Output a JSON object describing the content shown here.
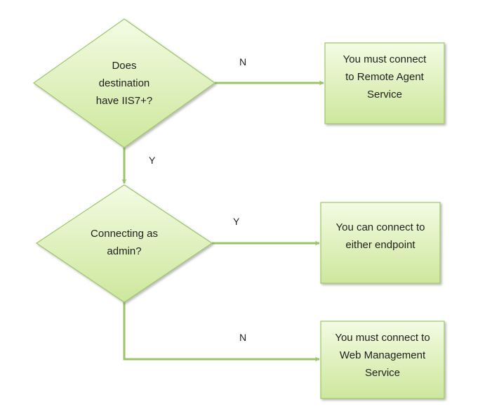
{
  "colors": {
    "shape_fill_top": "#f3fbe3",
    "shape_fill_bottom": "#cde79c",
    "shape_stroke": "#9dc46a",
    "connector": "#9cc467",
    "text": "#1f1f1f"
  },
  "nodes": {
    "decision_iis": {
      "text": "Does\ndestination\nhave IIS7+?"
    },
    "decision_admin": {
      "text": "Connecting as\nadmin?"
    },
    "result_remote_agent": {
      "text": "You must connect\nto Remote Agent\nService"
    },
    "result_either": {
      "text": "You can connect to\neither endpoint"
    },
    "result_wms": {
      "text": "You must connect to\nWeb Management\nService"
    }
  },
  "edges": {
    "iis_no": {
      "label": "N"
    },
    "iis_yes": {
      "label": "Y"
    },
    "admin_yes": {
      "label": "Y"
    },
    "admin_no": {
      "label": "N"
    }
  }
}
